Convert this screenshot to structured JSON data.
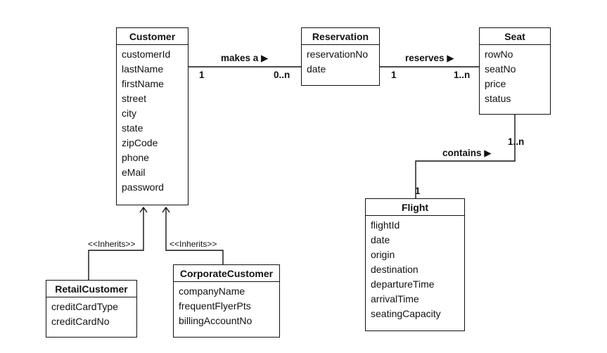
{
  "classes": {
    "customer": {
      "name": "Customer",
      "attributes": [
        "customerId",
        "lastName",
        "firstName",
        "street",
        "city",
        "state",
        "zipCode",
        "phone",
        "eMail",
        "password"
      ]
    },
    "reservation": {
      "name": "Reservation",
      "attributes": [
        "reservationNo",
        "date"
      ]
    },
    "seat": {
      "name": "Seat",
      "attributes": [
        "rowNo",
        "seatNo",
        "price",
        "status"
      ]
    },
    "flight": {
      "name": "Flight",
      "attributes": [
        "flightId",
        "date",
        "origin",
        "destination",
        "departureTime",
        "arrivalTime",
        "seatingCapacity"
      ]
    },
    "retail_customer": {
      "name": "RetailCustomer",
      "attributes": [
        "creditCardType",
        "creditCardNo"
      ]
    },
    "corporate_customer": {
      "name": "CorporateCustomer",
      "attributes": [
        "companyName",
        "frequentFlyerPts",
        "billingAccountNo"
      ]
    }
  },
  "associations": {
    "makes": {
      "label": "makes a ▶",
      "from_mult": "1",
      "to_mult": "0..n"
    },
    "reserves": {
      "label": "reserves ▶",
      "from_mult": "1",
      "to_mult": "1..n"
    },
    "contains": {
      "label": "contains ▶",
      "from_mult": "1..n",
      "to_mult": "1"
    }
  },
  "generalizations": {
    "retail": {
      "label": "<<Inherits>>"
    },
    "corporate": {
      "label": "<<Inherits>>"
    }
  }
}
